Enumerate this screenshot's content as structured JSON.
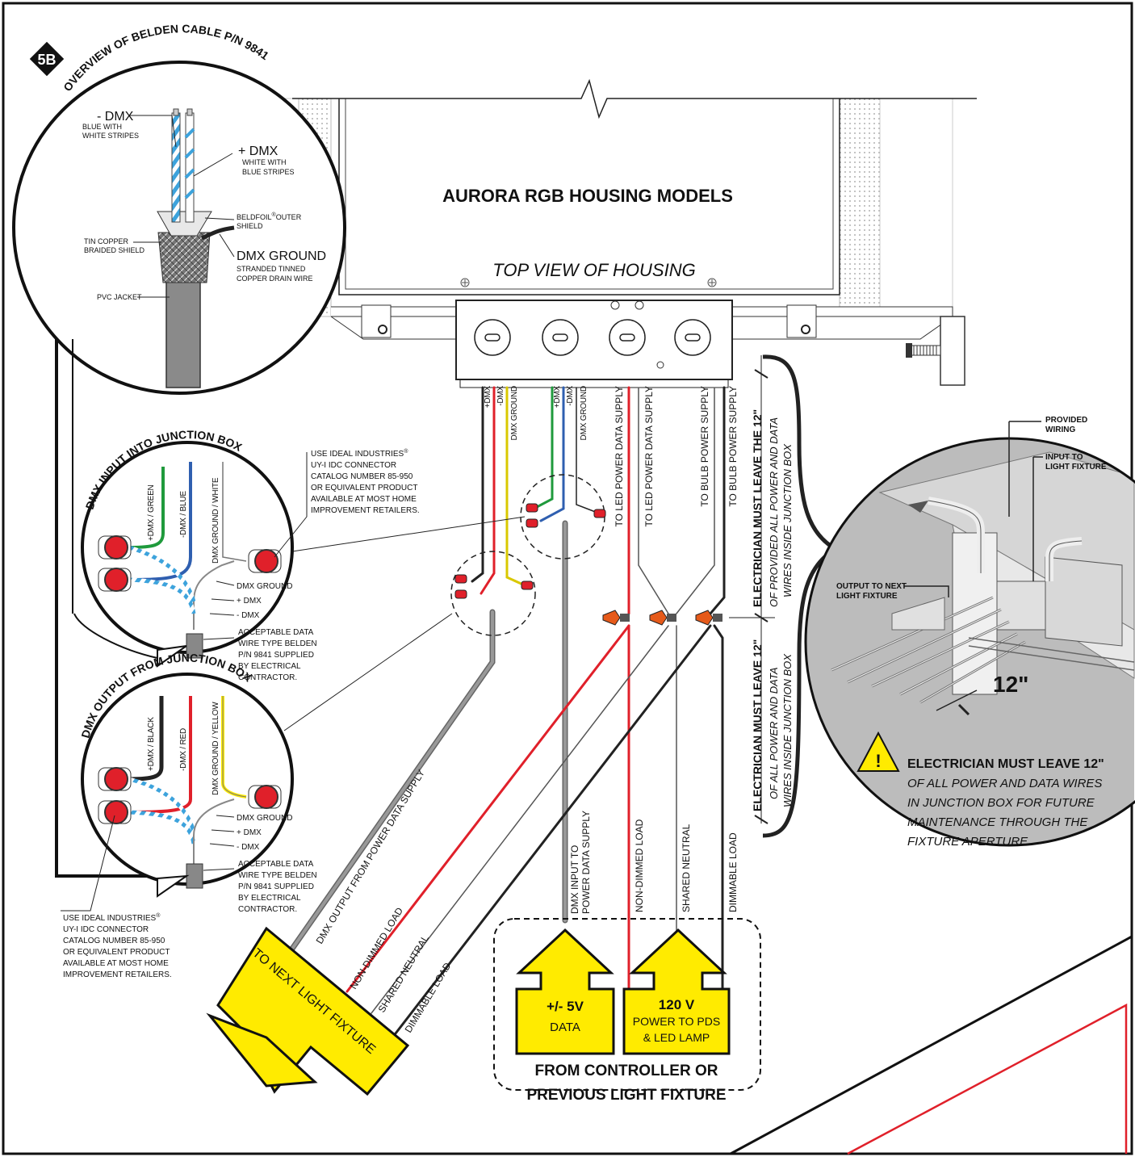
{
  "badge": "5B",
  "cable_overview": {
    "title": "OVERVIEW OF BELDEN CABLE P/N 9841",
    "minus_dmx": "- DMX",
    "minus_dmx_desc1": "BLUE WITH",
    "minus_dmx_desc2": "WHITE STRIPES",
    "plus_dmx": "+ DMX",
    "plus_dmx_desc1": "WHITE WITH",
    "plus_dmx_desc2": "BLUE STRIPES",
    "beldfoil1": "BELDFOIL",
    "beldfoil_reg": "®",
    "beldfoil1b": "OUTER",
    "beldfoil2": "SHIELD",
    "tin1": "TIN COPPER",
    "tin2": "BRAIDED SHIELD",
    "ground": "DMX GROUND",
    "ground_desc1": "STRANDED TINNED",
    "ground_desc2": "COPPER DRAIN WIRE",
    "pvc": "PVC JACKET"
  },
  "housing": {
    "title": "AURORA RGB HOUSING MODELS",
    "subtitle": "TOP VIEW OF HOUSING"
  },
  "wire_labels": {
    "plus_dmx": "+DMX",
    "minus_dmx": "-DMX",
    "dmx_ground": "DMX GROUND",
    "to_led_data": "TO LED POWER DATA SUPPLY",
    "to_led_supply": "TO LED POWER DATA SUPPLY",
    "to_bulb": "TO BULB POWER SUPPLY",
    "to_bulb2": "TO BULB POWER SUPPLY"
  },
  "electrician_upper": {
    "l1": "ELECTRICIAN MUST LEAVE THE 12\"",
    "l2": "OF PROVIDED ALL POWER AND DATA",
    "l3": "WIRES INSIDE JUNCTION BOX"
  },
  "electrician_lower": {
    "l1": "ELECTRICIAN MUST LEAVE 12\"",
    "l2": "OF ALL POWER AND DATA",
    "l3": "WIRES INSIDE JUNCTION BOX"
  },
  "dmx_input": {
    "title": "DMX INPUT INTO JUNCTION BOX",
    "w1": "+DMX / GREEN",
    "w2": "-DMX / BLUE",
    "w3": "DMX GROUND / WHITE",
    "c1": "DMX GROUND",
    "c2": "+ DMX",
    "c3": "- DMX",
    "a1": "ACCEPTABLE DATA",
    "a2": "WIRE TYPE BELDEN",
    "a3": "P/N 9841 SUPPLIED",
    "a4": "BY ELECTRICAL",
    "a5": "CONTRACTOR."
  },
  "dmx_output": {
    "title": "DMX OUTPUT FROM JUNCTION BOX",
    "w1": "+DMX / BLACK",
    "w2": "-DMX / RED",
    "w3": "DMX GROUND / YELLOW",
    "c1": "DMX GROUND",
    "c2": "+ DMX",
    "c3": "- DMX",
    "a1": "ACCEPTABLE DATA",
    "a2": "WIRE TYPE BELDEN",
    "a3": "P/N 9841 SUPPLIED",
    "a4": "BY ELECTRICAL",
    "a5": "CONTRACTOR."
  },
  "ideal_note_top": {
    "l1": "USE IDEAL INDUSTRIES",
    "reg": "®",
    "l2": "UY-I IDC CONNECTOR",
    "l3": "CATALOG NUMBER 85-950",
    "l4": "OR EQUIVALENT PRODUCT",
    "l5": "AVAILABLE AT MOST HOME",
    "l6": "IMPROVEMENT RETAILERS."
  },
  "ideal_note_bottom": {
    "l1": "USE IDEAL INDUSTRIES",
    "reg": "®",
    "l2": "UY-I IDC CONNECTOR",
    "l3": "CATALOG NUMBER 85-950",
    "l4": "OR EQUIVALENT PRODUCT",
    "l5": "AVAILABLE AT MOST HOME",
    "l6": "IMPROVEMENT RETAILERS."
  },
  "lower_wires": {
    "dmx_output": "DMX OUTPUT FROM POWER DATA SUPPLY",
    "non_dimmed": "NON-DIMMED LOAD",
    "shared": "SHARED NEUTRAL",
    "dimmable": "DIMMABLE LOAD",
    "dmx_input1": "DMX INPUT TO",
    "dmx_input2": "POWER DATA SUPPLY",
    "v_non_dimmed": "NON-DIMMED LOAD",
    "v_shared": "SHARED NEUTRAL",
    "v_dimmable": "DIMMABLE LOAD"
  },
  "next_fixture": "TO NEXT LIGHT FIXTURE",
  "data_arrow": {
    "l1": "+/- 5V",
    "l2": "DATA"
  },
  "power_arrow": {
    "l1": "120 V",
    "l2": "POWER TO PDS",
    "l3": "& LED LAMP"
  },
  "from_controller": {
    "l1": "FROM CONTROLLER OR",
    "l2": "PREVIOUS LIGHT FIXTURE"
  },
  "detail": {
    "provided1": "PROVIDED",
    "provided2": "WIRING",
    "input1": "INPUT TO",
    "input2": "LIGHT FIXTURE",
    "output1": "OUTPUT TO NEXT",
    "output2": "LIGHT FIXTURE",
    "dimension": "12\"",
    "warn1": "ELECTRICIAN MUST LEAVE 12\"",
    "warn2": "OF ALL POWER AND DATA WIRES",
    "warn3": "IN JUNCTION BOX FOR FUTURE",
    "warn4": "MAINTENANCE THROUGH THE",
    "warn5": "FIXTURE APERTURE."
  },
  "colors": {
    "yellow": "#ffeb00",
    "red": "#e0202a",
    "blue": "#2f5fb0",
    "green": "#1f9a3c",
    "gray": "#8a8a8a",
    "light_blue": "#3da3dc",
    "detail_gray": "#bcbcbc"
  }
}
